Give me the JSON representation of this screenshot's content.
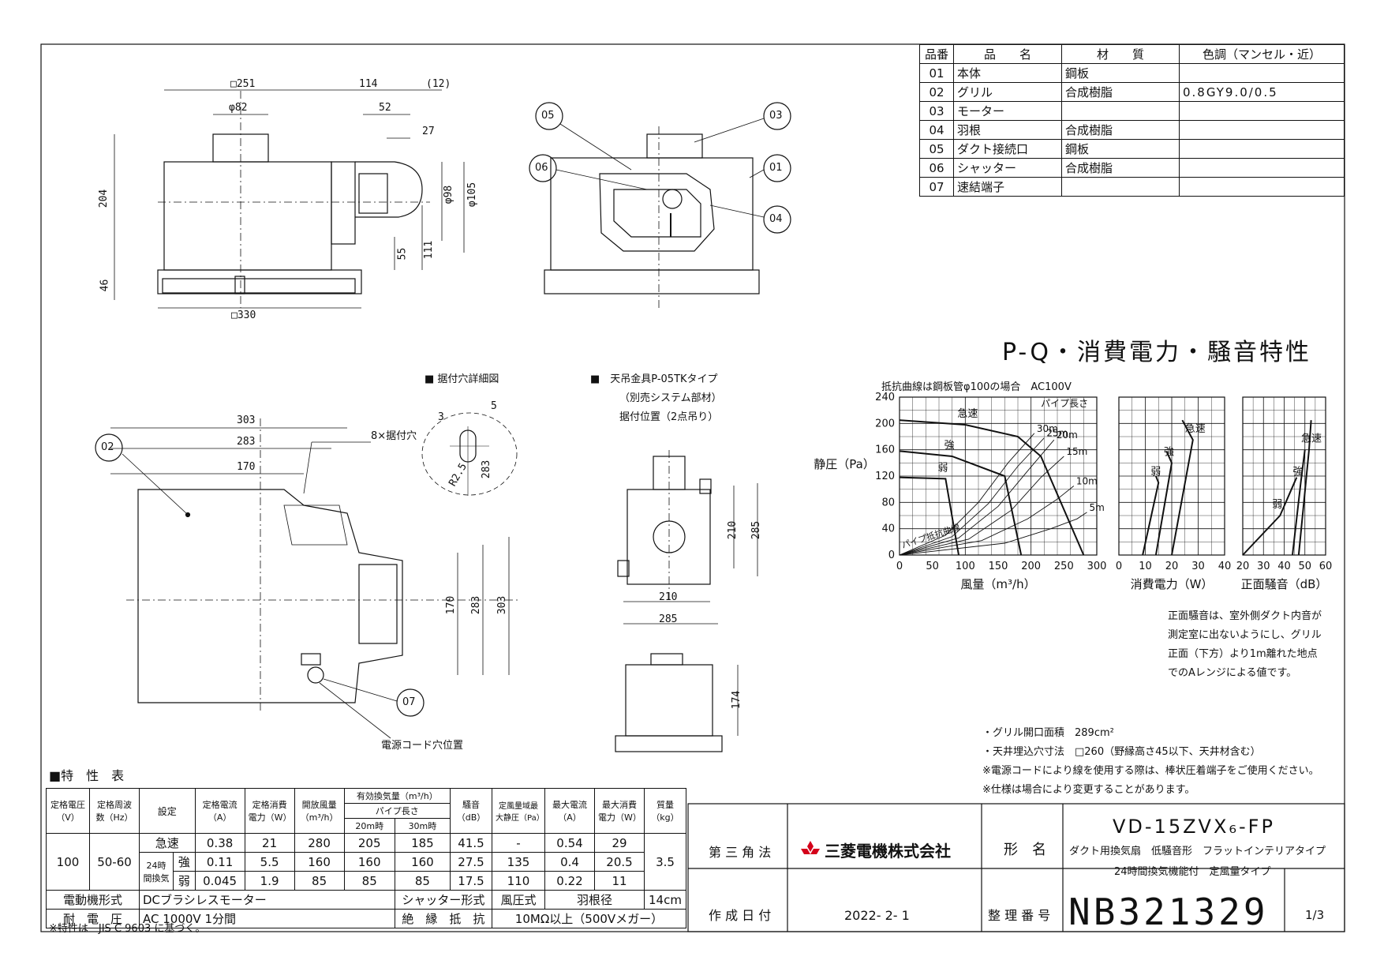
{
  "parts": {
    "headers": [
      "品番",
      "品　　名",
      "材　　質",
      "色調（マンセル・近）"
    ],
    "rows": [
      [
        "01",
        "本体",
        "鋼板",
        ""
      ],
      [
        "02",
        "グリル",
        "合成樹脂",
        "0.8GY9.0/0.5"
      ],
      [
        "03",
        "モーター",
        "",
        ""
      ],
      [
        "04",
        "羽根",
        "合成樹脂",
        ""
      ],
      [
        "05",
        "ダクト接続口",
        "鋼板",
        ""
      ],
      [
        "06",
        "シャッター",
        "合成樹脂",
        ""
      ],
      [
        "07",
        "速結端子",
        "",
        ""
      ]
    ]
  },
  "front_view": {
    "dims": [
      "□251",
      "114",
      "(12)",
      "φ82",
      "52",
      "27",
      "204",
      "46",
      "φ98",
      "φ105",
      "55",
      "111",
      "□330"
    ]
  },
  "side_view": {
    "callouts": [
      "05",
      "06",
      "03",
      "01",
      "04"
    ]
  },
  "bottom_view": {
    "callout_02": "02",
    "callout_07": "07",
    "dims": [
      "303",
      "283",
      "170",
      "170",
      "283",
      "303"
    ],
    "mount_holes_label": "8×据付穴",
    "cord_hole_label": "電源コード穴位置"
  },
  "hole_detail": {
    "title": "■ 据付穴詳細図",
    "dims": [
      "5",
      "3",
      "R2.5",
      "283"
    ]
  },
  "hanger": {
    "title_line1": "■　天吊金具P-05TKタイプ",
    "title_line2": "（別売システム部材）",
    "title_line3": "据付位置（2点吊り）",
    "dims": [
      "210",
      "285",
      "210",
      "285",
      "174"
    ]
  },
  "chart_header": {
    "title": "P-Q・消費電力・騒音特性",
    "note": "抵抗曲線は鋼板管φ100の場合　AC100V"
  },
  "chart_data": [
    {
      "type": "line",
      "xlabel": "風量（m³/h）",
      "ylabel": "静圧（Pa）",
      "xlim": [
        0,
        300
      ],
      "ylim": [
        0,
        240
      ],
      "xticks": [
        "0",
        "50",
        "100",
        "150",
        "200",
        "250",
        "300"
      ],
      "yticks": [
        "0",
        "40",
        "80",
        "120",
        "160",
        "200",
        "240"
      ],
      "grid": true,
      "series": [
        {
          "name": "急速",
          "x": [
            0,
            100,
            180,
            215,
            280
          ],
          "y": [
            205,
            198,
            180,
            150,
            0
          ]
        },
        {
          "name": "強",
          "x": [
            0,
            80,
            160,
            185
          ],
          "y": [
            158,
            150,
            120,
            0
          ]
        },
        {
          "name": "弱",
          "x": [
            0,
            70,
            90
          ],
          "y": [
            118,
            116,
            0
          ]
        }
      ],
      "resistance_curves": [
        {
          "name": "30m",
          "x": [
            0,
            70,
            120,
            165,
            205
          ],
          "y": [
            0,
            30,
            80,
            140,
            185
          ]
        },
        {
          "name": "25m",
          "x": [
            0,
            80,
            135,
            180,
            220
          ],
          "y": [
            0,
            28,
            78,
            135,
            178
          ]
        },
        {
          "name": "20m",
          "x": [
            0,
            90,
            150,
            195,
            235
          ],
          "y": [
            0,
            26,
            74,
            128,
            175
          ]
        },
        {
          "name": "15m",
          "x": [
            0,
            105,
            170,
            215,
            250
          ],
          "y": [
            0,
            24,
            68,
            118,
            150
          ]
        },
        {
          "name": "10m",
          "x": [
            0,
            125,
            195,
            240,
            265
          ],
          "y": [
            0,
            22,
            55,
            85,
            105
          ]
        },
        {
          "name": "5m",
          "x": [
            0,
            160,
            230,
            270,
            285
          ],
          "y": [
            0,
            18,
            40,
            55,
            65
          ]
        }
      ],
      "annotations": [
        "パイプ長さ",
        "パイプ抵抗曲線",
        "急速",
        "強",
        "弱",
        "30m",
        "25m",
        "20m",
        "15m",
        "10m",
        "5m"
      ]
    },
    {
      "type": "line",
      "xlabel": "消費電力（W）",
      "xlim": [
        0,
        40
      ],
      "ylim": [
        0,
        240
      ],
      "xticks": [
        "0",
        "10",
        "20",
        "30",
        "40"
      ],
      "grid": true,
      "series": [
        {
          "name": "急速",
          "x": [
            20,
            28,
            24
          ],
          "y": [
            0,
            175,
            205
          ]
        },
        {
          "name": "強",
          "x": [
            14,
            20,
            18
          ],
          "y": [
            0,
            140,
            158
          ]
        },
        {
          "name": "弱",
          "x": [
            9,
            15,
            14
          ],
          "y": [
            0,
            110,
            120
          ]
        }
      ]
    },
    {
      "type": "line",
      "xlabel": "正面騒音（dB）",
      "xlim": [
        20,
        60
      ],
      "ylim": [
        0,
        240
      ],
      "xticks": [
        "20",
        "30",
        "40",
        "50",
        "60"
      ],
      "grid": true,
      "series": [
        {
          "name": "急速",
          "x": [
            47,
            52,
            53
          ],
          "y": [
            0,
            160,
            205
          ]
        },
        {
          "name": "強",
          "x": [
            44,
            48,
            50
          ],
          "y": [
            0,
            110,
            160
          ]
        },
        {
          "name": "弱",
          "x": [
            20,
            38,
            46
          ],
          "y": [
            0,
            60,
            118
          ]
        }
      ]
    }
  ],
  "noise_note": [
    "正面騒音は、室外側ダクト内音が",
    "測定室に出ないようにし、グリル",
    "正面（下方）より1m離れた地点",
    "でのAレンジによる値です。"
  ],
  "spec_notes": [
    "・グリル開口面積　289cm²",
    "・天井埋込穴寸法　□260（野縁高さ45以下、天井材含む）",
    "※電源コードにより線を使用する際は、棒状圧着端子をご使用ください。",
    "※仕様は場合により変更することがあります。"
  ],
  "char_table": {
    "title": "■特　性　表",
    "h_voltage": "定格電圧（V）",
    "h_freq": "定格周波数（Hz）",
    "h_setting": "設定",
    "h_current": "定格電流（A）",
    "h_power": "定格消費電力（W）",
    "h_open_flow": "開放風量（m³/h）",
    "h_eff_flow": "有効換気量（m³/h）",
    "h_pipe": "パイプ長さ",
    "h_20m": "20m時",
    "h_30m": "30m時",
    "h_noise": "騒音（dB）",
    "h_max_static": "定風量域最大静圧（Pa）",
    "h_max_current": "最大電流（A）",
    "h_max_power": "最大消費電力（W）",
    "h_mass": "質量（kg）",
    "voltage": "100",
    "freq": "50-60",
    "mass": "3.5",
    "mode_24h": "24時間換気",
    "rows": [
      {
        "mode": "急速",
        "current": "0.38",
        "power": "21",
        "open": "280",
        "m20": "205",
        "m30": "185",
        "noise": "41.5",
        "static": "-",
        "max_current": "0.54",
        "max_power": "29"
      },
      {
        "mode": "強",
        "current": "0.11",
        "power": "5.5",
        "open": "160",
        "m20": "160",
        "m30": "160",
        "noise": "27.5",
        "static": "135",
        "max_current": "0.4",
        "max_power": "20.5"
      },
      {
        "mode": "弱",
        "current": "0.045",
        "power": "1.9",
        "open": "85",
        "m20": "85",
        "m30": "85",
        "noise": "17.5",
        "static": "110",
        "max_current": "0.22",
        "max_power": "11"
      }
    ],
    "motor_label": "電動機形式",
    "motor_value": "DCブラシレスモーター",
    "shutter_label": "シャッター形式",
    "shutter_value": "風圧式",
    "blade_label": "羽根径",
    "blade_value": "14cm",
    "withstand_label": "耐　電　圧",
    "withstand_value": "AC 1000V 1分間",
    "insulation_label": "絶　縁　抵　抗",
    "insulation_value": "10MΩ以上（500Vメガー）",
    "footnote": "※特性は　JIS C 9603 に基づく。"
  },
  "title_block": {
    "projection": "第 三 角 法",
    "company": "三菱電機株式会社",
    "model_label": "形　名",
    "model": "VD-15ZVX₆-FP",
    "desc1": "ダクト用換気扇　低騒音形　フラットインテリアタイプ",
    "desc2": "24時間換気機能付　定風量タイプ",
    "date_label": "作 成 日 付",
    "date": "2022- 2- 1",
    "number_label": "整 理 番 号",
    "number": "NB321329",
    "sheet": "1/3",
    "colors": {
      "logo": "#d4001a",
      "ink": "#111111"
    }
  }
}
